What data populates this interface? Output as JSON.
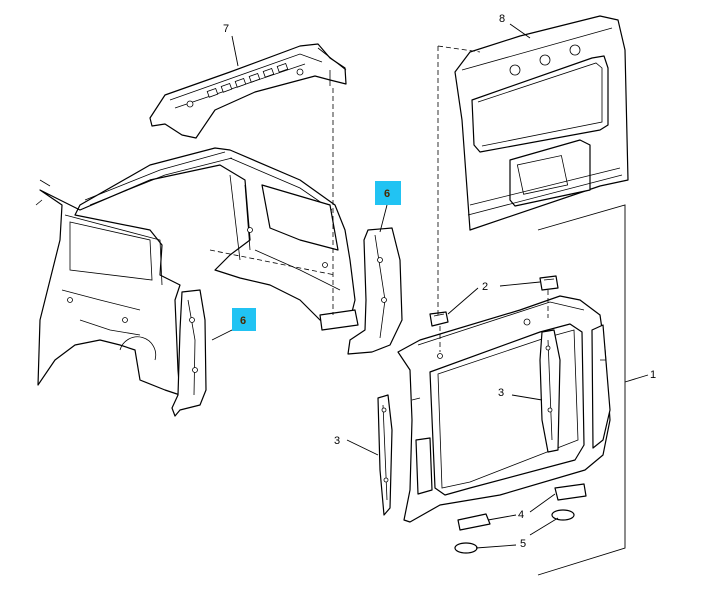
{
  "callouts": {
    "c1": "1",
    "c2": "2",
    "c3a": "3",
    "c3b": "3",
    "c4": "4",
    "c5": "5",
    "c6a": "6",
    "c6b": "6",
    "c7": "7",
    "c8": "8"
  },
  "colors": {
    "highlight": "#21c3f3",
    "line": "#000000",
    "background": "#ffffff"
  }
}
